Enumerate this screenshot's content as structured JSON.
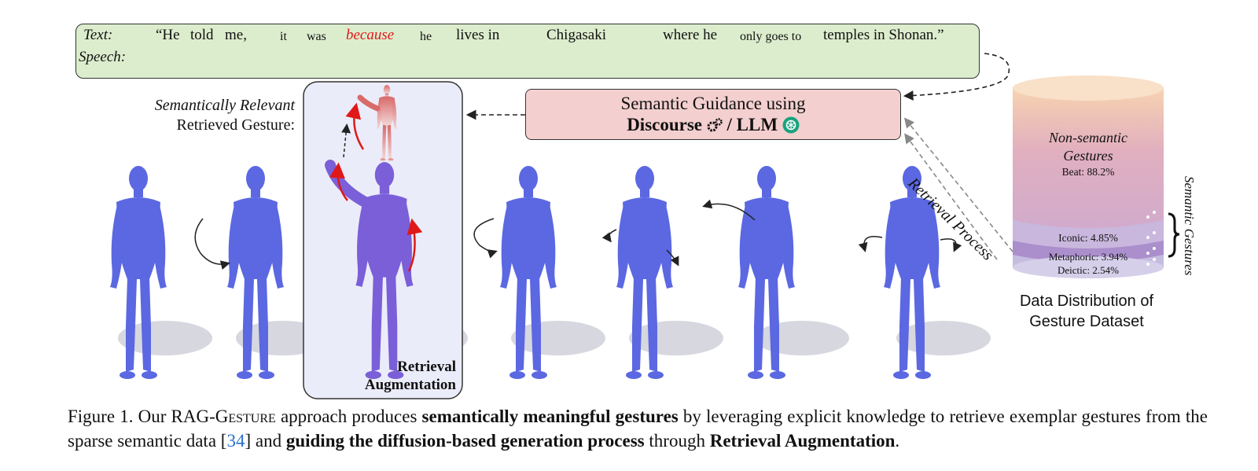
{
  "speech_box": {
    "text_label": "Text:",
    "speech_label": "Speech:",
    "words": [
      {
        "t": "“He",
        "cls": ""
      },
      {
        "t": "told",
        "cls": ""
      },
      {
        "t": "me,",
        "cls": ""
      },
      {
        "t": "it",
        "cls": "sm"
      },
      {
        "t": "was",
        "cls": "sm"
      },
      {
        "t": "because",
        "cls": "red"
      },
      {
        "t": "he",
        "cls": "sm"
      },
      {
        "t": "lives in",
        "cls": ""
      },
      {
        "t": "Chigasaki",
        "cls": ""
      },
      {
        "t": "where he",
        "cls": ""
      },
      {
        "t": "only goes to",
        "cls": "sm"
      },
      {
        "t": "temples in Shonan.”",
        "cls": ""
      }
    ]
  },
  "guidance": {
    "line1": "Semantic Guidance using",
    "discourse": "Discourse",
    "slash_llm": "/ LLM"
  },
  "retrieved": {
    "line1": "Semantically Relevant",
    "line2": "Retrieved Gesture:"
  },
  "retrieval_aug": {
    "line1": "Retrieval",
    "line2": "Augmentation"
  },
  "retrieval_process": "Retrieval Process",
  "semantic_gestures": "Semantic Gestures",
  "database": {
    "nonsem_line1": "Non-semantic",
    "nonsem_line2": "Gestures",
    "segments": [
      {
        "label": "Beat: 88.2%",
        "value": 88.2
      },
      {
        "label": "Iconic: 4.85%",
        "value": 4.85
      },
      {
        "label": "Metaphoric: 3.94%",
        "value": 3.94
      },
      {
        "label": "Deictic: 2.54%",
        "value": 2.54
      }
    ]
  },
  "dist_label": {
    "line1": "Data Distribution of",
    "line2": "Gesture Dataset"
  },
  "caption": {
    "fig": "Figure 1. Our ",
    "method": "RAG-Gesture",
    "p1": " approach produces ",
    "b1": "semantically meaningful gestures",
    "p2": " by leveraging explicit knowledge to retrieve exemplar gestures from the sparse semantic data [",
    "ref": "34",
    "p3": "] and ",
    "b2": "guiding the diffusion-based generation process",
    "p4": " through ",
    "b3": "Retrieval Augmentation",
    "p5": "."
  },
  "colors": {
    "figure_blue": "#5b68e2",
    "highlight_red": "#e01818",
    "speech_box": "#dcedcd",
    "guidance_box": "#f4cfcf"
  }
}
